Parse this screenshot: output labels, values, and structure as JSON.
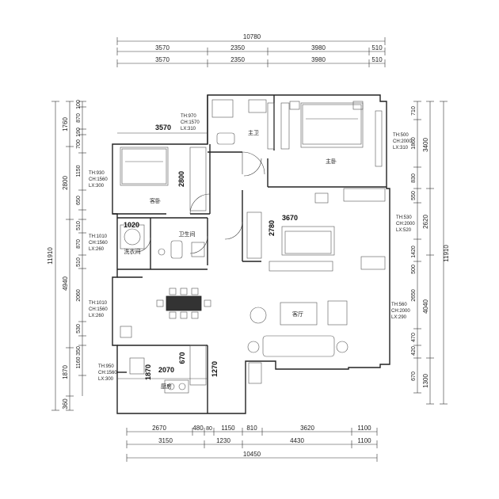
{
  "top_dims": {
    "overall": "10780",
    "row1": [
      "3570",
      "2350",
      "3980",
      "510"
    ],
    "row2": [
      "3570",
      "2350",
      "3980",
      "510"
    ]
  },
  "bottom_dims": {
    "row1": [
      "2670",
      "480",
      "80",
      "1150",
      "810",
      "3620",
      "1100"
    ],
    "row2": [
      "3150",
      "1230",
      "4430",
      "1100"
    ],
    "overall": "10450"
  },
  "left_dims": {
    "overall": "11910",
    "segments_a": [
      "1760",
      "2800",
      "4940",
      "1870",
      "360"
    ],
    "segments_b": [
      "100",
      "870",
      "190",
      "700",
      "1150",
      "650",
      "510",
      "870",
      "510",
      "2060",
      "530",
      "350",
      "1160"
    ]
  },
  "right_dims": {
    "overall": "11910",
    "segments_a": [
      "3400",
      "2620",
      "4040",
      "1300"
    ],
    "segments_b": [
      "710",
      "1860",
      "830",
      "550",
      "1420",
      "500",
      "2650",
      "470",
      "420",
      "670"
    ]
  },
  "rooms": {
    "master_bath": "主卫",
    "master_bed": "主卧",
    "guest_bed": "客卧",
    "bath": "卫生间",
    "laundry": "洗衣间",
    "living": "客厅",
    "kitchen": "厨房"
  },
  "window_notes": {
    "n1": [
      "TH:970",
      "CH:1570",
      "LX:310"
    ],
    "n2": [
      "TH:500",
      "CH:2000",
      "LX:310"
    ],
    "n3": [
      "TH:930",
      "CH:1560",
      "LX:300"
    ],
    "n4": [
      "TH:1010",
      "CH:1560",
      "LX:260"
    ],
    "n5": [
      "TH:530",
      "CH:2000",
      "LX:520"
    ],
    "n6": [
      "TH:1010",
      "CH:1560",
      "LX:260"
    ],
    "n7": [
      "TH:560",
      "CH:2000",
      "LX:290"
    ],
    "n8": [
      "TH:950",
      "CH:1560",
      "LX:300"
    ]
  },
  "inner_dims": {
    "d3570": "3570",
    "d2800": "2800",
    "d1020": "1020",
    "d2780": "2780",
    "d3670": "3670",
    "d670": "670",
    "d1270": "1270",
    "d1870": "1870",
    "d2070": "2070"
  }
}
